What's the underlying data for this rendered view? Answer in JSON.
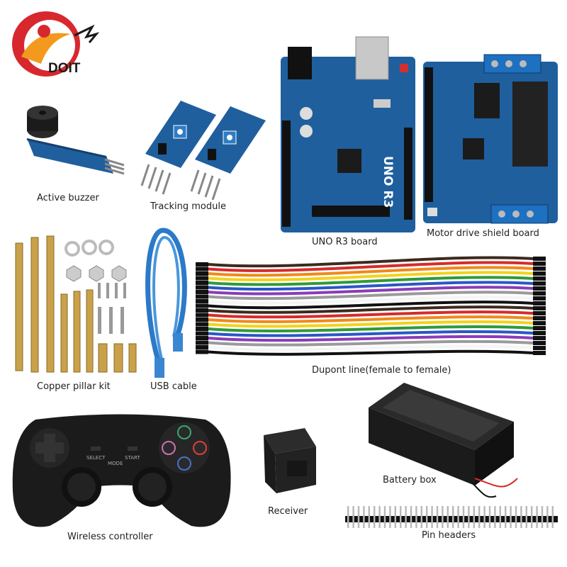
{
  "brand": {
    "name": "DOIT",
    "colors": {
      "red": "#d7282e",
      "orange": "#f39a1e",
      "dark": "#1a1a1a"
    }
  },
  "items": {
    "active_buzzer": "Active buzzer",
    "tracking_module": "Tracking module",
    "uno_r3_board": "UNO R3 board",
    "motor_shield": "Motor drive shield board",
    "copper_pillar": "Copper pillar kit",
    "usb_cable": "USB cable",
    "dupont_line": "Dupont line(female to female)",
    "wireless_controller": "Wireless controller",
    "receiver": "Receiver",
    "battery_box": "Battery box",
    "pin_headers": "Pin headers"
  },
  "board_markings": {
    "uno": "UNO R3",
    "controller_select": "SELECT",
    "controller_start": "START",
    "controller_mode": "MODE"
  },
  "colors": {
    "pcb_blue": "#1f5f9e",
    "pcb_dark": "#14406e",
    "brass": "#c9a14a",
    "black_plastic": "#1b1b1b",
    "wire_palette": [
      "#3b2a1e",
      "#d62b2b",
      "#ef8a1a",
      "#f3d21a",
      "#2e9a3a",
      "#2b56c6",
      "#8a3cb8",
      "#9a9a9a",
      "#f5f5f5",
      "#111111"
    ]
  }
}
